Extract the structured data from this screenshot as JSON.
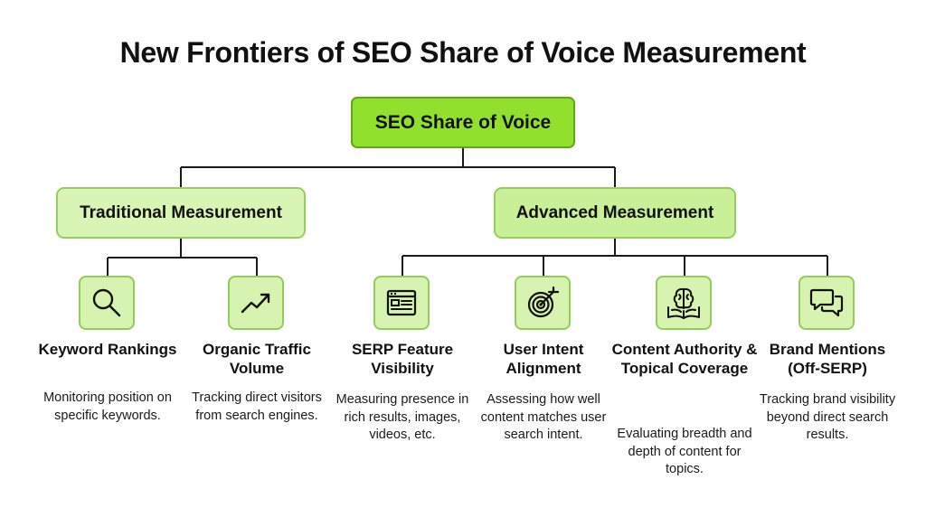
{
  "title": "New Frontiers of SEO Share of Voice Measurement",
  "root": {
    "label": "SEO Share of Voice"
  },
  "branches": {
    "traditional": "Traditional Measurement",
    "advanced": "Advanced Measurement"
  },
  "leaves": [
    {
      "title": "Keyword Rankings",
      "description": "Monitoring position on specific keywords.",
      "icon": "magnifier-icon"
    },
    {
      "title": "Organic Traffic Volume",
      "description": "Tracking direct visitors from search engines.",
      "icon": "trend-up-icon"
    },
    {
      "title": "SERP Feature Visibility",
      "description": "Measuring presence in rich results, images, videos, etc.",
      "icon": "browser-window-icon"
    },
    {
      "title": "User Intent Alignment",
      "description": "Assessing how well content matches user search intent.",
      "icon": "target-icon"
    },
    {
      "title": "Content Authority & Topical Coverage",
      "description": "Evaluating breadth and depth of content for topics.",
      "icon": "brain-book-icon"
    },
    {
      "title": "Brand Mentions (Off-SERP)",
      "description": "Tracking brand visibility beyond direct search results.",
      "icon": "chat-bubbles-icon"
    }
  ],
  "colors": {
    "root_fill": "#92e02e",
    "branch_fill": "#d9f5b4",
    "icon_fill": "#d6f4b0",
    "border": "#91cd59"
  }
}
